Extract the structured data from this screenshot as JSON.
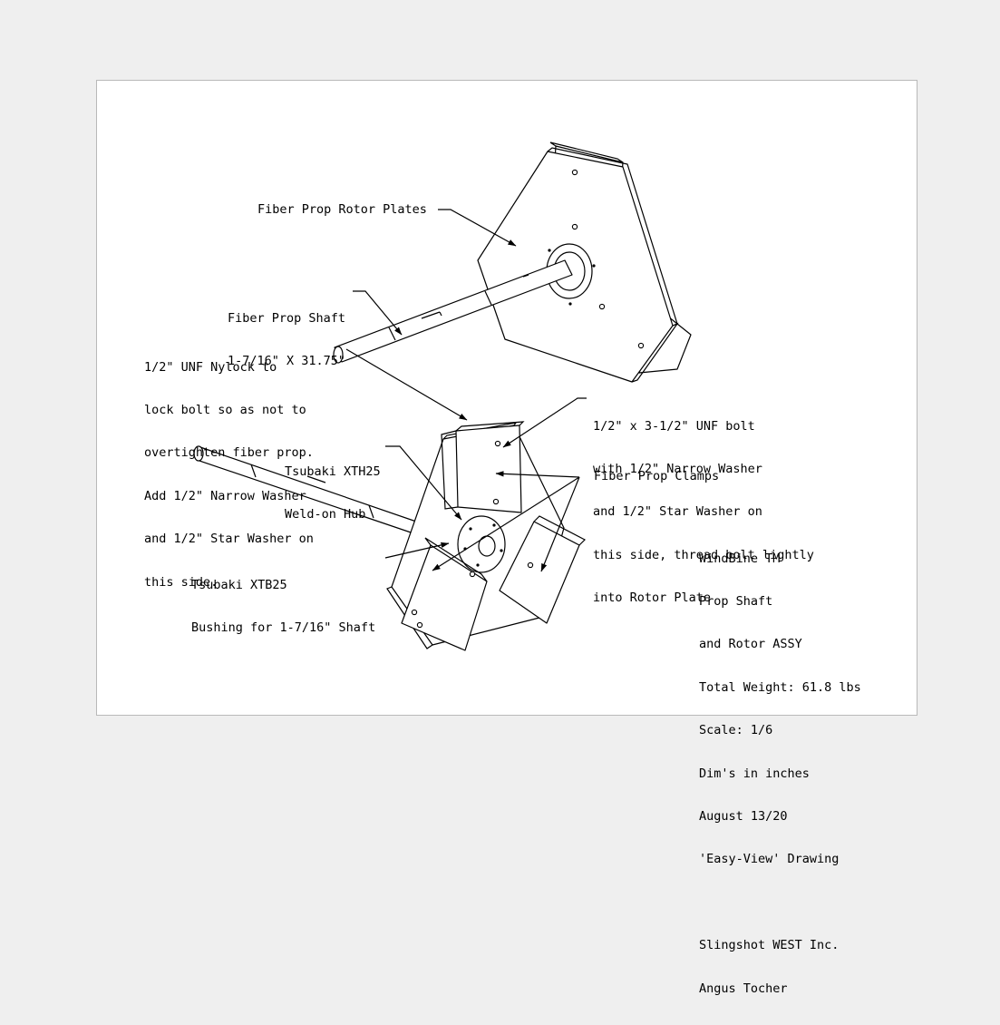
{
  "labels": {
    "rotor_plates": "Fiber Prop Rotor Plates",
    "shaft": [
      "Fiber Prop Shaft",
      "1-7/16\" X 31.75\""
    ],
    "nylock": [
      "1/2\" UNF Nylock to",
      "lock bolt so as not to",
      "overtighten fiber prop.",
      "Add 1/2\" Narrow Washer",
      "and 1/2\" Star Washer on",
      "this side."
    ],
    "bolt": [
      "1/2\" x 3-1/2\" UNF bolt",
      "with 1/2\" Narrow Washer",
      "and 1/2\" Star Washer on",
      "this side, thread bolt lightly",
      "into Rotor Plate"
    ],
    "weld_hub": [
      "Tsubaki XTH25",
      "Weld-on Hub"
    ],
    "clamps": "Fiber Prop Clamps",
    "bushing": [
      "Tsubaki XTB25",
      "Bushing for 1-7/16\" Shaft"
    ]
  },
  "title_block": [
    "WindBine TM",
    "Prop Shaft",
    "and Rotor ASSY",
    "Total Weight: 61.8 lbs",
    "Scale: 1/6",
    "Dim's in inches",
    "August 13/20",
    "'Easy-View' Drawing",
    "",
    "Slingshot WEST Inc.",
    "Angus Tocher"
  ]
}
